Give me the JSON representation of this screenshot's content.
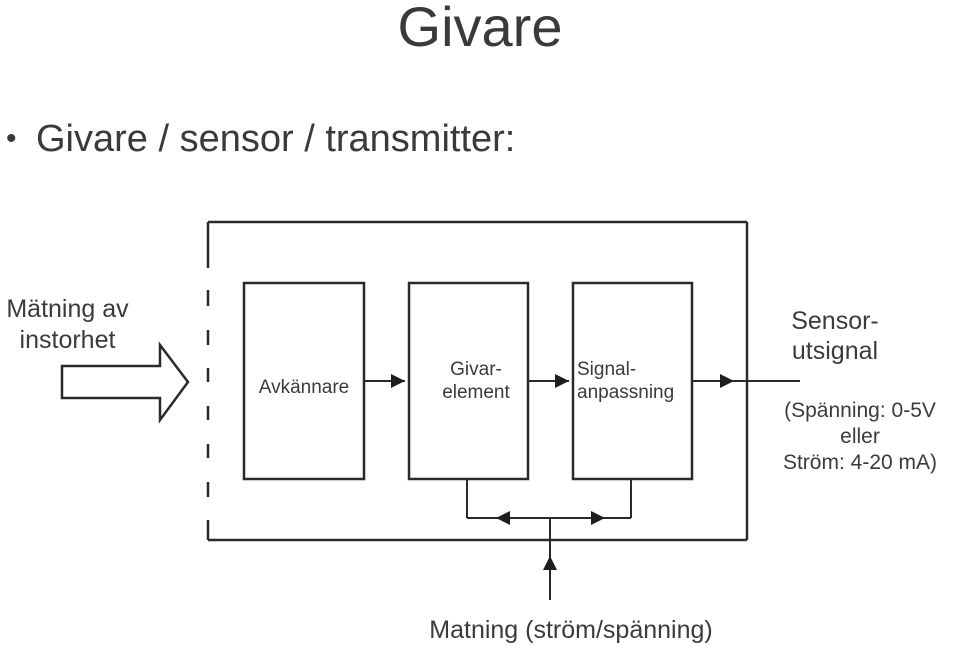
{
  "title": "Givare",
  "bullet": "Givare / sensor / transmitter:",
  "diagram": {
    "input_label_line1": "Mätning av",
    "input_label_line2": "instorhet",
    "block1": "Avkännare",
    "block2_line1": "Givar-",
    "block2_line2": "element",
    "block3_line1": "Signal-",
    "block3_line2": "anpassning",
    "output_line1": "Sensor-",
    "output_line2": "utsignal",
    "output_note_line1": "(Spänning: 0-5V",
    "output_note_line2": "eller",
    "output_note_line3": "Ström: 4-20 mA)",
    "supply_label": "Matning (ström/spänning)"
  },
  "colors": {
    "text": "#3b3b3b",
    "line": "#2a2a2a"
  }
}
